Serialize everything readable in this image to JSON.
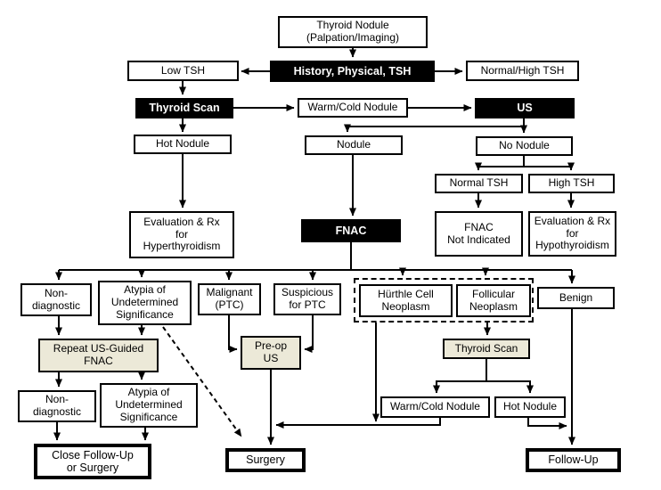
{
  "diagram": {
    "type": "flowchart",
    "topic": "Thyroid nodule diagnostic algorithm"
  },
  "colors": {
    "background": "#ffffff",
    "line": "#000000",
    "filled_node_bg": "#000000",
    "filled_node_text": "#ffffff",
    "shaded_node_bg": "#ece9d8",
    "plain_node_bg": "#ffffff"
  },
  "nodes": {
    "thyroid_nodule": "Thyroid Nodule\n(Palpation/Imaging)",
    "history_physical_tsh": "History, Physical, TSH",
    "low_tsh": "Low TSH",
    "normal_high_tsh": "Normal/High TSH",
    "thyroid_scan_1": "Thyroid Scan",
    "warm_cold_nodule_1": "Warm/Cold Nodule",
    "us": "US",
    "hot_nodule_1": "Hot Nodule",
    "nodule": "Nodule",
    "no_nodule": "No Nodule",
    "normal_tsh": "Normal TSH",
    "high_tsh": "High TSH",
    "eval_rx_hyperthyroidism": "Evaluation & Rx\nfor\nHyperthyroidism",
    "fnac": "FNAC",
    "fnac_not_indicated": "FNAC\nNot Indicated",
    "eval_rx_hypothyroidism": "Evaluation & Rx\nfor\nHypothyroidism",
    "non_diagnostic_1": "Non-\ndiagnostic",
    "atypia_1": "Atypia of\nUndetermined\nSignificance",
    "malignant_ptc": "Malignant\n(PTC)",
    "suspicious_for_ptc": "Suspicious\nfor PTC",
    "hurthle_cell_neoplasm": "Hürthle Cell\nNeoplasm",
    "follicular_neoplasm": "Follicular\nNeoplasm",
    "benign": "Benign",
    "repeat_us_guided_fnac": "Repeat US-Guided\nFNAC",
    "preop_us": "Pre-op\nUS",
    "thyroid_scan_2": "Thyroid Scan",
    "non_diagnostic_2": "Non-\ndiagnostic",
    "atypia_2": "Atypia of\nUndetermined\nSignificance",
    "warm_cold_nodule_2": "Warm/Cold Nodule",
    "hot_nodule_2": "Hot Nodule",
    "close_follow_up_or_surgery": "Close Follow-Up\nor Surgery",
    "surgery": "Surgery",
    "follow_up": "Follow-Up"
  },
  "edges": [
    {
      "from": "thyroid_nodule",
      "to": "history_physical_tsh"
    },
    {
      "from": "history_physical_tsh",
      "to": "low_tsh"
    },
    {
      "from": "history_physical_tsh",
      "to": "normal_high_tsh"
    },
    {
      "from": "low_tsh",
      "to": "thyroid_scan_1"
    },
    {
      "from": "thyroid_scan_1",
      "to": "warm_cold_nodule_1"
    },
    {
      "from": "warm_cold_nodule_1",
      "to": "us"
    },
    {
      "from": "thyroid_scan_1",
      "to": "hot_nodule_1"
    },
    {
      "from": "us",
      "to": "nodule"
    },
    {
      "from": "us",
      "to": "no_nodule"
    },
    {
      "from": "hot_nodule_1",
      "to": "eval_rx_hyperthyroidism"
    },
    {
      "from": "nodule",
      "to": "fnac"
    },
    {
      "from": "no_nodule",
      "to": "normal_tsh"
    },
    {
      "from": "no_nodule",
      "to": "high_tsh"
    },
    {
      "from": "normal_tsh",
      "to": "fnac_not_indicated"
    },
    {
      "from": "high_tsh",
      "to": "eval_rx_hypothyroidism"
    },
    {
      "from": "fnac",
      "to": "non_diagnostic_1"
    },
    {
      "from": "fnac",
      "to": "atypia_1"
    },
    {
      "from": "fnac",
      "to": "malignant_ptc"
    },
    {
      "from": "fnac",
      "to": "suspicious_for_ptc"
    },
    {
      "from": "fnac",
      "to": "hurthle_cell_neoplasm"
    },
    {
      "from": "fnac",
      "to": "follicular_neoplasm"
    },
    {
      "from": "fnac",
      "to": "benign"
    },
    {
      "from": "non_diagnostic_1",
      "to": "repeat_us_guided_fnac"
    },
    {
      "from": "atypia_1",
      "to": "repeat_us_guided_fnac"
    },
    {
      "from": "atypia_1",
      "to": "surgery",
      "style": "dashed"
    },
    {
      "from": "malignant_ptc",
      "to": "preop_us"
    },
    {
      "from": "suspicious_for_ptc",
      "to": "preop_us"
    },
    {
      "from": "hurthle_cell_neoplasm",
      "to": "surgery"
    },
    {
      "from": "follicular_neoplasm",
      "to": "thyroid_scan_2"
    },
    {
      "from": "benign",
      "to": "follow_up"
    },
    {
      "from": "repeat_us_guided_fnac",
      "to": "non_diagnostic_2"
    },
    {
      "from": "repeat_us_guided_fnac",
      "to": "atypia_2"
    },
    {
      "from": "preop_us",
      "to": "surgery"
    },
    {
      "from": "thyroid_scan_2",
      "to": "warm_cold_nodule_2"
    },
    {
      "from": "thyroid_scan_2",
      "to": "hot_nodule_2"
    },
    {
      "from": "non_diagnostic_2",
      "to": "close_follow_up_or_surgery"
    },
    {
      "from": "atypia_2",
      "to": "close_follow_up_or_surgery"
    },
    {
      "from": "warm_cold_nodule_2",
      "to": "surgery"
    },
    {
      "from": "hot_nodule_2",
      "to": "follow_up"
    }
  ]
}
